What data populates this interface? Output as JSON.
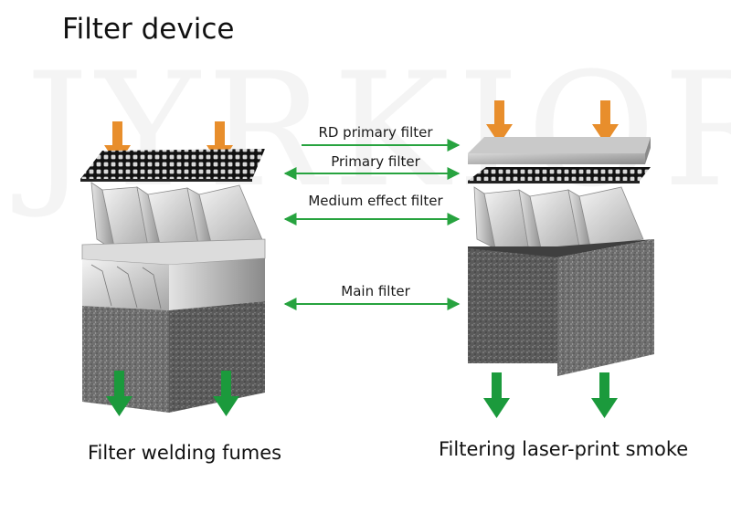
{
  "title": "Filter device",
  "watermark": "JYRKIOR",
  "connectors": [
    {
      "label": "RD primary filter",
      "direction": "right"
    },
    {
      "label": "Primary filter",
      "direction": "both"
    },
    {
      "label": "Medium effect filter",
      "direction": "both"
    },
    {
      "label": "Main filter",
      "direction": "both"
    }
  ],
  "captions": {
    "left": "Filter welding fumes",
    "right": "Filtering laser-print smoke"
  },
  "colors": {
    "inflow_arrow": "#e88e2c",
    "outflow_arrow": "#1b9a3c",
    "connector_line": "#27a33f"
  }
}
